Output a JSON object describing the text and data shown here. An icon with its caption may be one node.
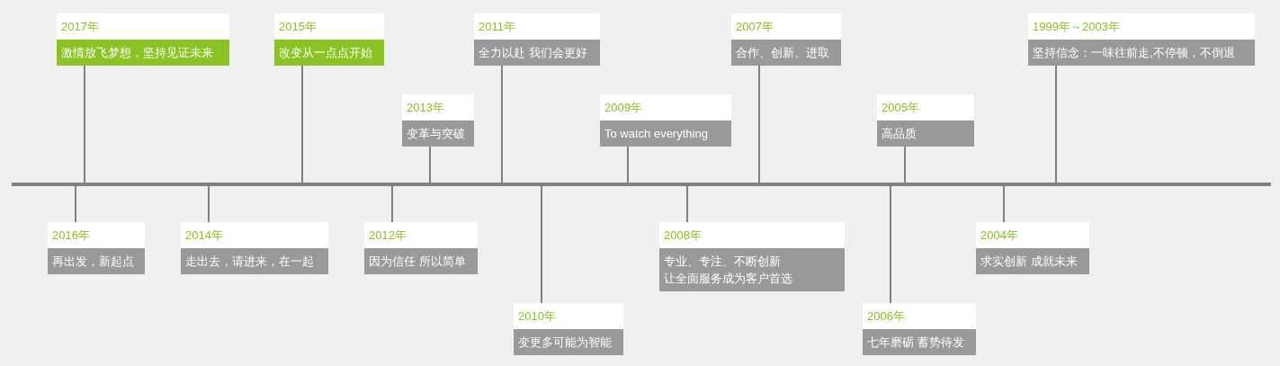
{
  "diagram": {
    "nodes": [
      {
        "text": [
          "2017年",
          "激情放飞梦想，坚持见证未来"
        ]
      },
      {
        "text": [
          "2016年",
          "再出发，新起点"
        ]
      },
      {
        "text": [
          "2015年",
          "改变从一点点开始"
        ]
      },
      {
        "text": [
          "2014年",
          "走出去，请进来，在一起"
        ]
      },
      {
        "text": [
          "2013年",
          "变革与突破"
        ]
      },
      {
        "text": [
          "2012年",
          "因为信任 所以简单"
        ]
      },
      {
        "text": [
          "2011年",
          "全力以赴 我们会更好"
        ]
      },
      {
        "text": [
          "2010年",
          "变更多可能为智能"
        ]
      },
      {
        "text": [
          "2009年",
          "To watch everything"
        ]
      },
      {
        "text": [
          "2008年",
          "专业、专注、不断创新",
          "让全面服务成为客户首选"
        ]
      },
      {
        "text": [
          "2007年",
          "合作、创新、进取"
        ]
      },
      {
        "text": [
          "2006年",
          "七年磨砺 蓄势待发"
        ]
      },
      {
        "text": [
          "2005年",
          "高品质"
        ]
      },
      {
        "text": [
          "2004年",
          "求实创新 成就未来"
        ]
      },
      {
        "text": [
          "1999年～2003年",
          "坚持信念：一味往前走,不停顿，不倒退"
        ]
      },
      {
        "text": [],
        "shape": "bar"
      }
    ],
    "edges": [
      {
        "from": 0,
        "to": 15,
        "arrow": "none"
      },
      {
        "from": 1,
        "to": 15,
        "arrow": "none"
      },
      {
        "from": 2,
        "to": 15,
        "arrow": "none"
      },
      {
        "from": 3,
        "to": 15,
        "arrow": "none"
      },
      {
        "from": 4,
        "to": 15,
        "arrow": "none"
      },
      {
        "from": 5,
        "to": 15,
        "arrow": "none"
      },
      {
        "from": 6,
        "to": 15,
        "arrow": "none"
      },
      {
        "from": 7,
        "to": 15,
        "arrow": "none"
      },
      {
        "from": 8,
        "to": 15,
        "arrow": "none"
      },
      {
        "from": 9,
        "to": 15,
        "arrow": "none"
      },
      {
        "from": 10,
        "to": 15,
        "arrow": "none"
      },
      {
        "from": 11,
        "to": 15,
        "arrow": "none"
      },
      {
        "from": 12,
        "to": 15,
        "arrow": "none"
      },
      {
        "from": 13,
        "to": 15,
        "arrow": "none"
      },
      {
        "from": 14,
        "to": 15,
        "arrow": "none"
      }
    ]
  }
}
